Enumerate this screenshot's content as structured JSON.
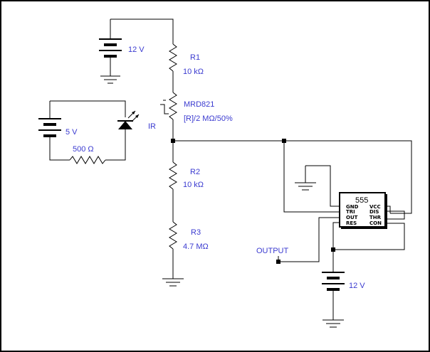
{
  "colors": {
    "wire": "#000000",
    "label": "#3b3bd0",
    "background": "#ffffff"
  },
  "battery_top": {
    "label": "12 V"
  },
  "resistor_r1": {
    "name": "R1",
    "value": "10 kΩ"
  },
  "photoresistor": {
    "name": "MRD821",
    "value": "[R]/2 MΩ/50%",
    "light_label": "IR"
  },
  "battery_led": {
    "label": "5 V"
  },
  "led_resistor": {
    "value": "500 Ω"
  },
  "resistor_r2": {
    "name": "R2",
    "value": "10 kΩ"
  },
  "resistor_r3": {
    "name": "R3",
    "value": "4.7 MΩ"
  },
  "output": {
    "label": "OUTPUT"
  },
  "battery_bottom": {
    "label": "12 V"
  },
  "timer_chip": {
    "title": "555",
    "pins_left": [
      "GND",
      "TRI",
      "OUT",
      "RES"
    ],
    "pins_right": [
      "VCC",
      "DIS",
      "THR",
      "CON"
    ]
  }
}
